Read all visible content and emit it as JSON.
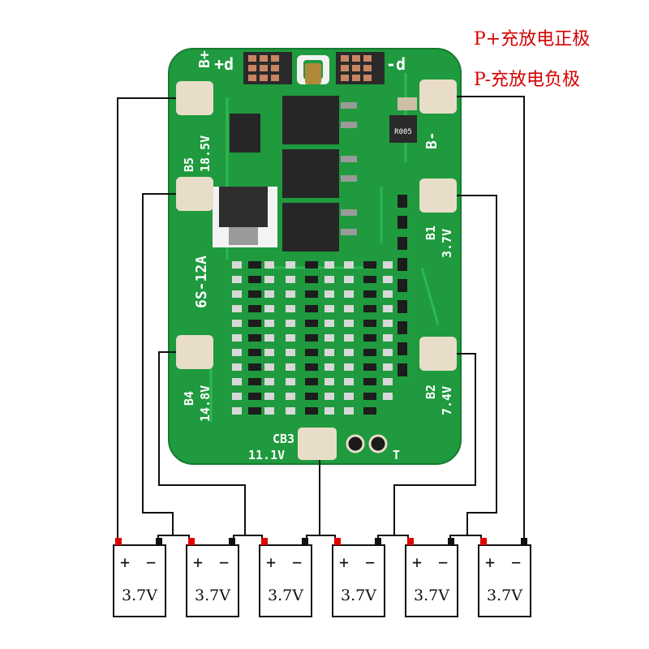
{
  "legend": {
    "p_plus": "P+充放电正极",
    "p_minus": "P-充放电负极"
  },
  "board": {
    "model": "6S-12A",
    "terminal_b_plus": "B+",
    "terminal_b_minus": "B-",
    "terminal_p_plus": "+d",
    "terminal_p_minus": "-d",
    "b5_name": "B5",
    "b5_voltage": "18.5V",
    "b4_name": "B4",
    "b4_voltage": "14.8V",
    "b3_name": "CB3",
    "b3_voltage": "11.1V",
    "b2_name": "B2",
    "b2_voltage": "7.4V",
    "b1_name": "B1",
    "b1_voltage": "3.7V",
    "thermistor_label": "T",
    "shunt_marking": "R005",
    "pcb_color": "#1f9a3e",
    "pad_color": "#e8ddc8"
  },
  "cells": [
    {
      "plus": "+",
      "minus": "−",
      "voltage": "3.7V"
    },
    {
      "plus": "+",
      "minus": "−",
      "voltage": "3.7V"
    },
    {
      "plus": "+",
      "minus": "−",
      "voltage": "3.7V"
    },
    {
      "plus": "+",
      "minus": "−",
      "voltage": "3.7V"
    },
    {
      "plus": "+",
      "minus": "−",
      "voltage": "3.7V"
    },
    {
      "plus": "+",
      "minus": "−",
      "voltage": "3.7V"
    }
  ],
  "colors": {
    "wire": "#111111",
    "positive_terminal": "#e00000",
    "negative_terminal": "#111111",
    "legend_text": "#d40000"
  }
}
